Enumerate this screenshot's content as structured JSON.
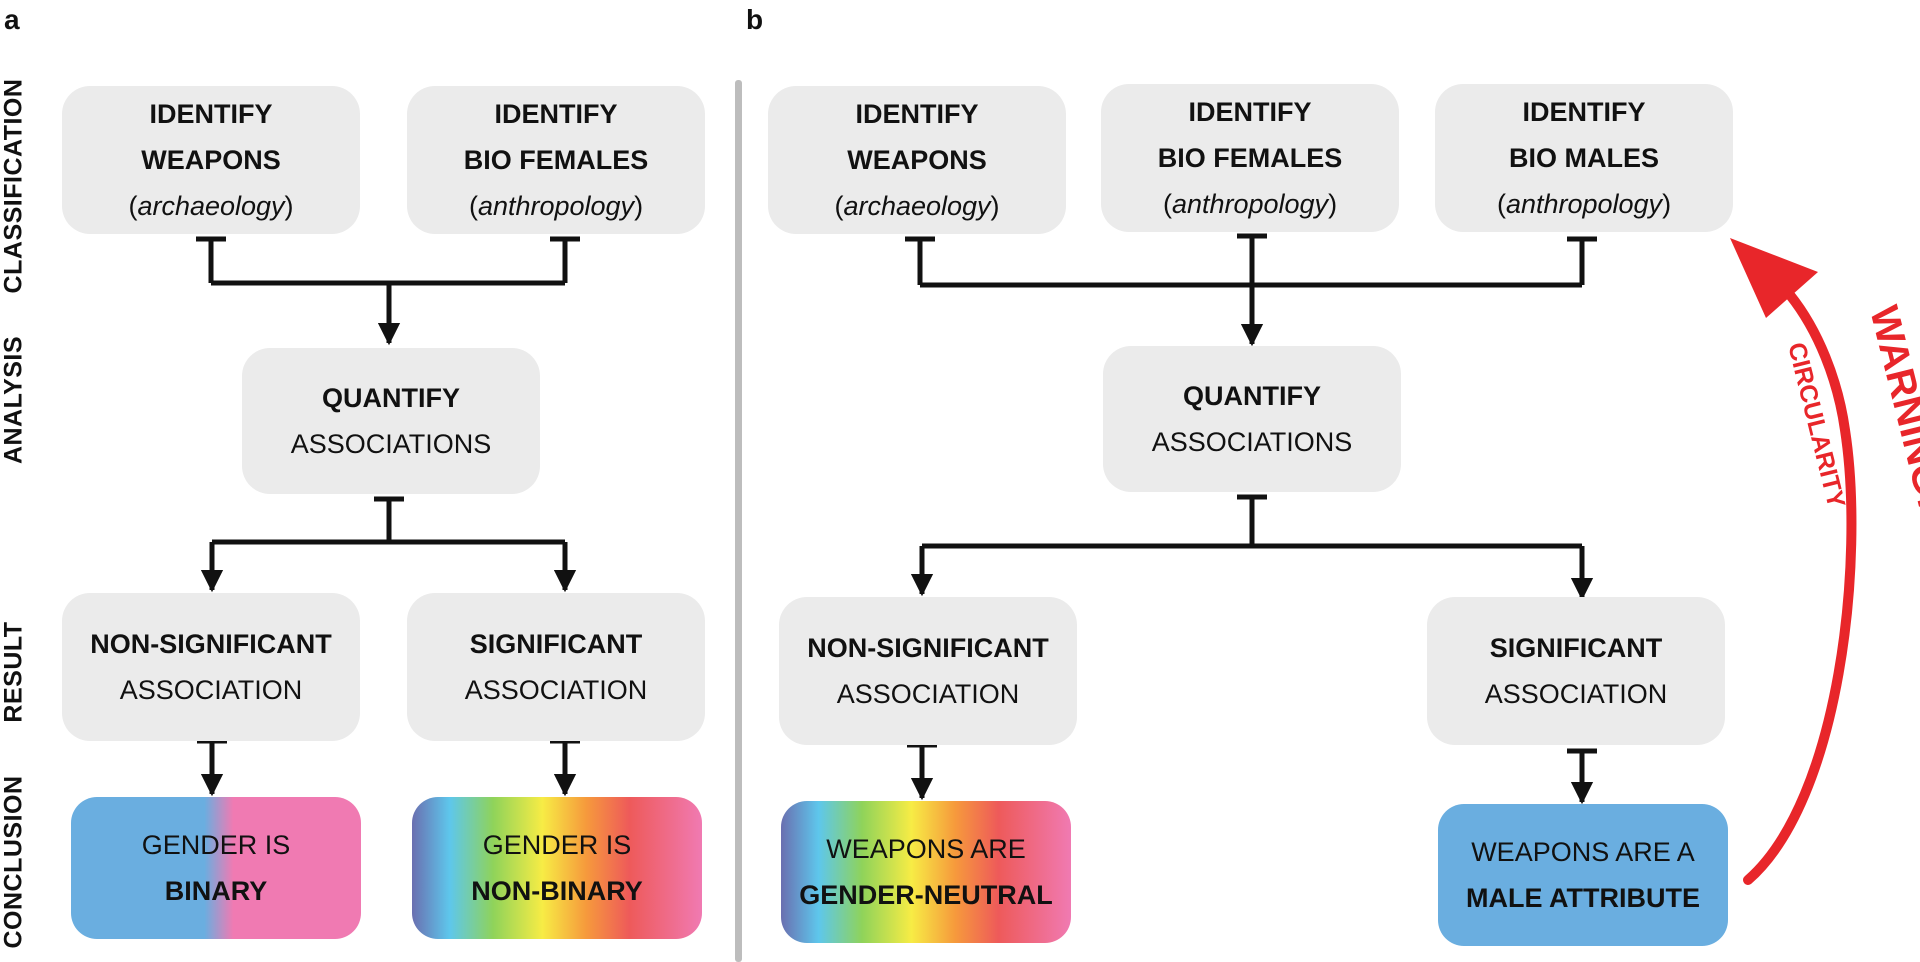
{
  "panels": {
    "a": "a",
    "b": "b"
  },
  "stages": {
    "classification": "CLASSIFICATION",
    "analysis": "ANALYSIS",
    "result": "RESULT",
    "conclusion": "CONCLUSION"
  },
  "panel_a": {
    "weapons": {
      "bold": "IDENTIFY",
      "bold2": "WEAPONS",
      "open": "(",
      "italic": "archaeology",
      "close": ")"
    },
    "females": {
      "bold": "IDENTIFY",
      "bold2": "BIO FEMALES",
      "open": "(",
      "italic": "anthropology",
      "close": ")"
    },
    "quantify": {
      "bold": "QUANTIFY",
      "normal": "ASSOCIATIONS"
    },
    "nonsig": {
      "bold": "NON-SIGNIFICANT",
      "normal": "ASSOCIATION"
    },
    "sig": {
      "bold": "SIGNIFICANT",
      "normal": "ASSOCIATION"
    },
    "concl_binary": {
      "normal": "GENDER IS",
      "bold": "BINARY"
    },
    "concl_nonbinary": {
      "normal": "GENDER IS",
      "bold": "NON-BINARY"
    }
  },
  "panel_b": {
    "weapons": {
      "bold": "IDENTIFY",
      "bold2": "WEAPONS",
      "open": "(",
      "italic": "archaeology",
      "close": ")"
    },
    "females": {
      "bold": "IDENTIFY",
      "bold2": "BIO FEMALES",
      "open": "(",
      "italic": "anthropology",
      "close": ")"
    },
    "males": {
      "bold": "IDENTIFY",
      "bold2": "BIO MALES",
      "open": "(",
      "italic": "anthropology",
      "close": ")"
    },
    "quantify": {
      "bold": "QUANTIFY",
      "normal": "ASSOCIATIONS"
    },
    "nonsig": {
      "bold": "NON-SIGNIFICANT",
      "normal": "ASSOCIATION"
    },
    "sig": {
      "bold": "SIGNIFICANT",
      "normal": "ASSOCIATION"
    },
    "concl_neutral": {
      "normal": "WEAPONS ARE",
      "bold": "GENDER-NEUTRAL"
    },
    "concl_male": {
      "normal": "WEAPONS ARE A",
      "bold": "MALE ATTRIBUTE"
    }
  },
  "warning": {
    "title": "WARNING!",
    "subtitle": "CIRCULARITY",
    "color": "#e8262a"
  },
  "colors": {
    "box": "#ebebeb",
    "blue": "#6aaee0",
    "pink": "#f07ab2",
    "divider": "#bdbdbd"
  }
}
